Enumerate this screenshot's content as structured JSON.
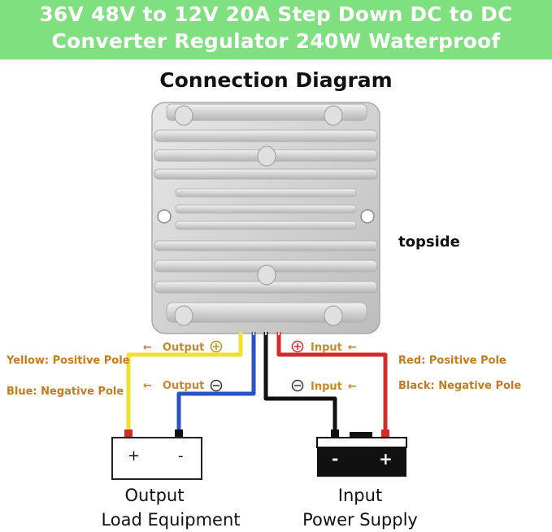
{
  "header": {
    "title_line1": "36V 48V to 12V 20A Step Down DC to DC",
    "title_line2": "Converter Regulator 240W Waterproof",
    "diagram_title": "Connection Diagram"
  },
  "labels": {
    "topside": "topside",
    "output_positive": "Output",
    "output_negative": "Output",
    "input_positive": "Input",
    "input_negative": "Input",
    "yellow": "Yellow: Positive Pole",
    "blue": "Blue: Negative Pole",
    "red": "Red: Positive Pole",
    "black": "Black: Negative Pole",
    "left_plus": "+",
    "left_minus": "-",
    "right_plus": "+",
    "right_minus": "-",
    "output_caption_1": "Output",
    "output_caption_2": "Load Equipment",
    "input_caption_1": "Input",
    "input_caption_2": "Power Supply"
  },
  "colors": {
    "banner": "#7fe07f",
    "yellow_wire": "#f2e12a",
    "blue_wire": "#2a52c8",
    "red_wire": "#d42b2b",
    "black_wire": "#111111",
    "label_orange": "#c77a1c"
  }
}
